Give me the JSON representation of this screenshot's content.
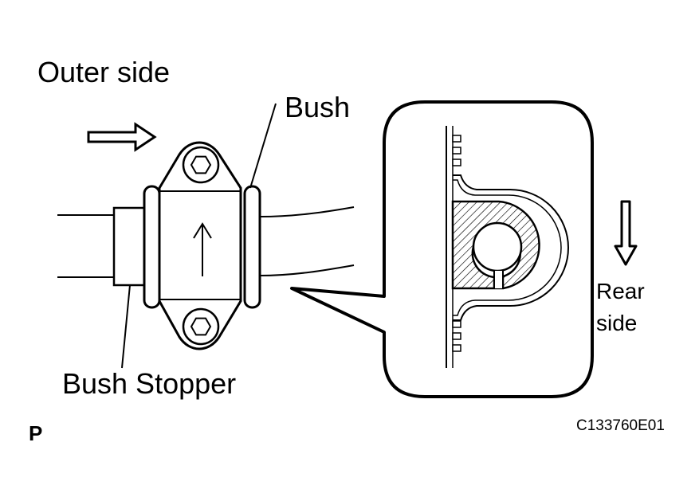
{
  "labels": {
    "outer_side": "Outer side",
    "bush": "Bush",
    "bush_stopper": "Bush Stopper",
    "rear_side_line1": "Rear",
    "rear_side_line2": "side",
    "view_marker": "P",
    "figure_code": "C133760E01"
  },
  "colors": {
    "line": "#000000",
    "background": "#ffffff"
  }
}
